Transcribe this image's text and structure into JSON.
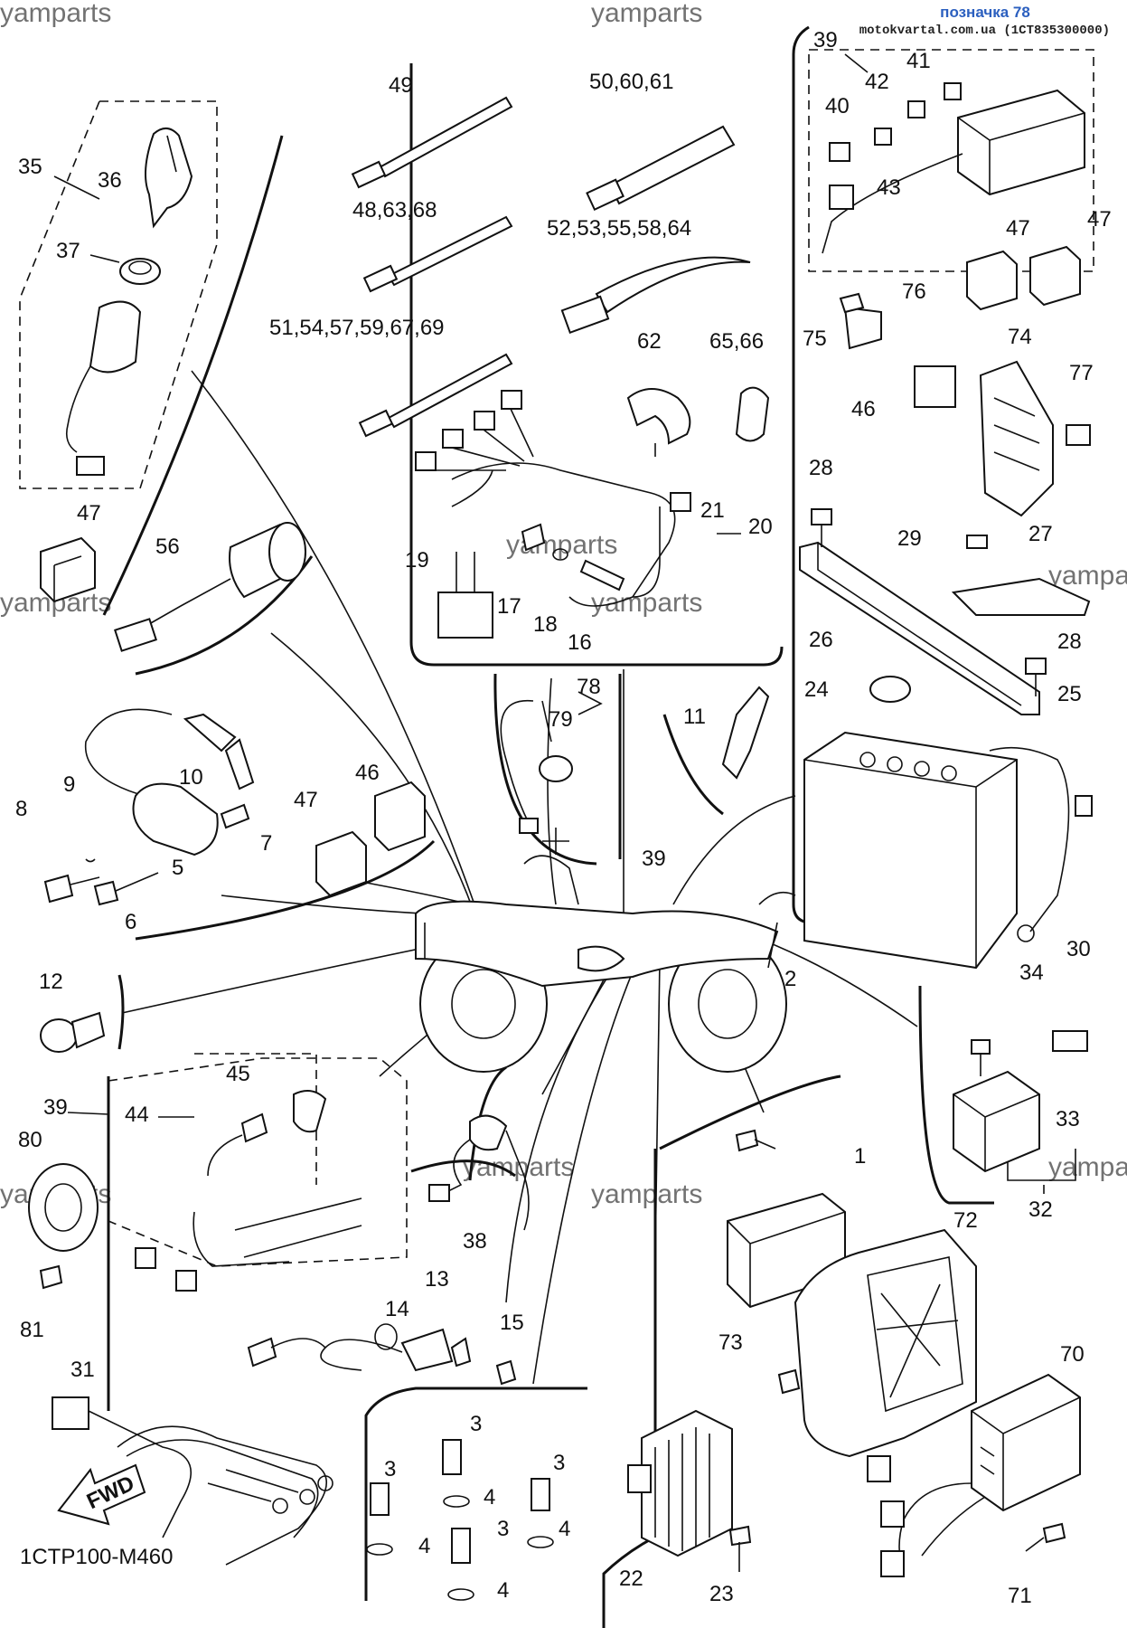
{
  "header": {
    "label": "позначка 78",
    "site": "motokvartal.com.ua (1CT835300000)"
  },
  "diagram_code": "1CTP100-M460",
  "fwd_label": "FWD",
  "watermark": "yamparts",
  "callouts": {
    "c1": "1",
    "c2": "2",
    "c3a": "3",
    "c3b": "3",
    "c3c": "3",
    "c3d": "3",
    "c3e": "3",
    "c4a": "4",
    "c4b": "4",
    "c4c": "4",
    "c4d": "4",
    "c5": "5",
    "c6": "6",
    "c7": "7",
    "c8": "8",
    "c9": "9",
    "c10": "10",
    "c11": "11",
    "c12": "12",
    "c13": "13",
    "c14": "14",
    "c15": "15",
    "c16": "16",
    "c17": "17",
    "c18": "18",
    "c19": "19",
    "c20": "20",
    "c21": "21",
    "c22": "22",
    "c23": "23",
    "c24": "24",
    "c25": "25",
    "c26": "26",
    "c27": "27",
    "c28a": "28",
    "c28b": "28",
    "c29": "29",
    "c30": "30",
    "c31": "31",
    "c32": "32",
    "c33": "33",
    "c34": "34",
    "c35": "35",
    "c36": "36",
    "c37": "37",
    "c38": "38",
    "c39a": "39",
    "c39b": "39",
    "c39c": "39",
    "c40": "40",
    "c41": "41",
    "c42": "42",
    "c43": "43",
    "c44": "44",
    "c45": "45",
    "c46a": "46",
    "c46b": "46",
    "c47a": "47",
    "c47b": "47",
    "c47c": "47",
    "c47d": "47",
    "c49": "49",
    "c48": "48,63,68",
    "c50": "50,60,61",
    "c51": "51,54,57,59,67,69",
    "c52": "52,53,55,58,64",
    "c56": "56",
    "c62": "62",
    "c65": "65,66",
    "c70": "70",
    "c71": "71",
    "c72": "72",
    "c73": "73",
    "c74": "74",
    "c75": "75",
    "c76": "76",
    "c77": "77",
    "c78": "78",
    "c79": "79",
    "c80": "80",
    "c81": "81"
  }
}
